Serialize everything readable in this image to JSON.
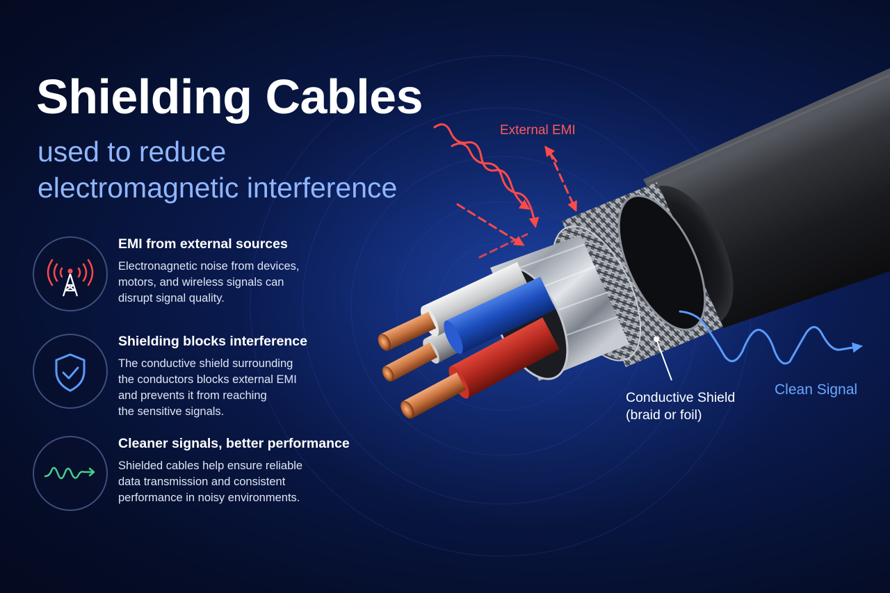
{
  "header": {
    "title": "Shielding Cables",
    "subtitle_lines": [
      "used to reduce",
      "electromagnetic interference"
    ]
  },
  "features": [
    {
      "icon": "radio-tower-icon",
      "title": "EMI from external sources",
      "description_lines": [
        "Electronagnetic noise from devices,",
        "motors, and wireless signals can",
        "disrupt signal quality."
      ]
    },
    {
      "icon": "shield-check-icon",
      "title": "Shielding blocks interference",
      "description_lines": [
        "The conductive shield surrounding",
        "the conductors blocks external EMI",
        "and prevents it from reaching",
        "the sensitive signals."
      ]
    },
    {
      "icon": "wave-signal-icon",
      "title": "Cleaner signals, better performance",
      "description_lines": [
        "Shielded cables help ensure reliable",
        "data transmission and consistent",
        "performance in noisy environments."
      ]
    }
  ],
  "diagram": {
    "external_emi_label": "External EMI",
    "shield_label_lines": [
      "Conductive Shield",
      "(braid or foil)"
    ],
    "clean_signal_label": "Clean Signal"
  },
  "colors": {
    "background": "#081642",
    "accent_blue": "#8fb6ff",
    "emi_red": "#ff4a4a",
    "signal_blue": "#5a9cff",
    "wave_green": "#45d28a",
    "jacket_black": "#15161a",
    "copper": "#c8733f"
  }
}
